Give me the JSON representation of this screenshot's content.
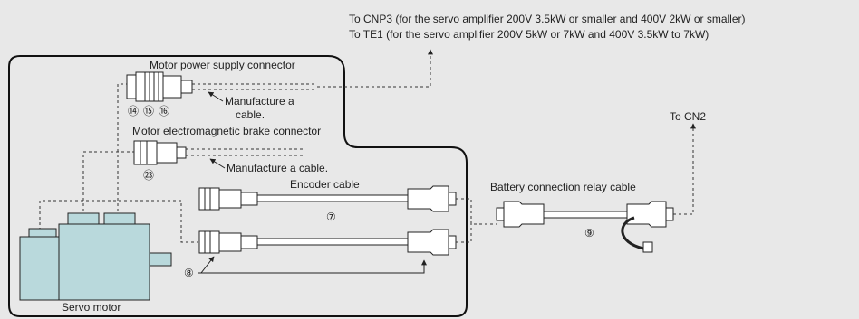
{
  "notes": {
    "line1": "To CNP3 (for the servo amplifier 200V 3.5kW or smaller and 400V 2kW or smaller)",
    "line2": "To TE1 (for the servo amplifier 200V 5kW or 7kW and 400V 3.5kW to 7kW)",
    "to_cn2": "To CN2"
  },
  "labels": {
    "motor_power_connector": "Motor power supply connector",
    "manufacture_cable_1a": "Manufacture a",
    "manufacture_cable_1b": "cable.",
    "brake_connector": "Motor electromagnetic brake connector",
    "manufacture_cable_2": "Manufacture a cable.",
    "encoder_cable": "Encoder cable",
    "battery_relay_cable": "Battery connection relay cable",
    "servo_motor": "Servo motor"
  },
  "numbers": {
    "n14": "⑭",
    "n15": "⑮",
    "n16": "⑯",
    "n23": "㉓",
    "n7": "⑦",
    "n8": "⑧",
    "n9": "⑨"
  },
  "colors": {
    "background": "#e8e8e8",
    "motor_fill": "#b9d9dc",
    "line": "#222222"
  }
}
